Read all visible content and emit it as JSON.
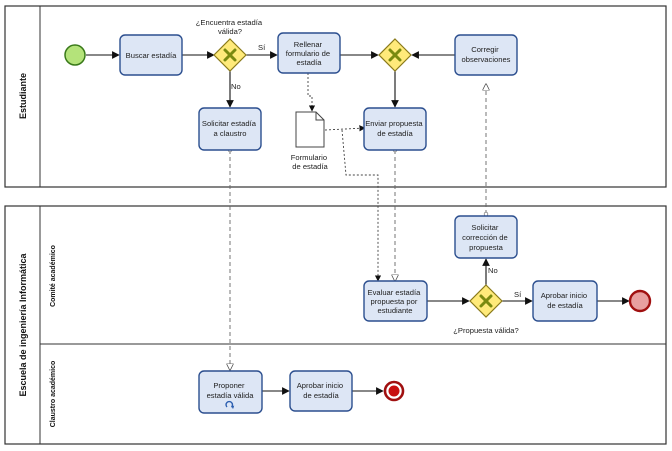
{
  "pools": {
    "estudiante": "Estudiante",
    "escuela": "Escuela de ingeniería Informática"
  },
  "lanes": {
    "comite": "Comité académico",
    "claustro": "Claustro académico"
  },
  "tasks": {
    "buscar": [
      "Buscar estadía"
    ],
    "rellenar": [
      "Rellenar",
      "formulario de",
      "estadía"
    ],
    "corregir": [
      "Corregir",
      "observaciones"
    ],
    "solicitar_claustro": [
      "Solicitar estadía",
      "a claustro"
    ],
    "enviar": [
      "Enviar propuesta",
      "de estadía"
    ],
    "solicitar_correccion": [
      "Solicitar",
      "corrección de",
      "propuesta"
    ],
    "evaluar": [
      "Evaluar estadía",
      "propuesta por",
      "estudiante"
    ],
    "aprobar_comite": [
      "Aprobar inicio",
      "de estadía"
    ],
    "proponer": [
      "Proponer",
      "estadía válida"
    ],
    "aprobar_claustro": [
      "Aprobar inicio",
      "de estadía"
    ]
  },
  "gateways": {
    "encuentra": [
      "¿Encuentra estadía",
      "válida?"
    ],
    "propuesta_valida": "¿Propuesta válida?"
  },
  "flow_labels": {
    "si": "Sí",
    "no": "No"
  },
  "data_object": [
    "Formulario",
    "de estadía"
  ],
  "colors": {
    "task_fill": "#dde6f5",
    "task_stroke": "#2c4f8f",
    "gateway_fill": "#ffea7a",
    "start_fill": "#b4e37a",
    "end_fill": "#e8a0a0",
    "end_stroke": "#a01010"
  }
}
